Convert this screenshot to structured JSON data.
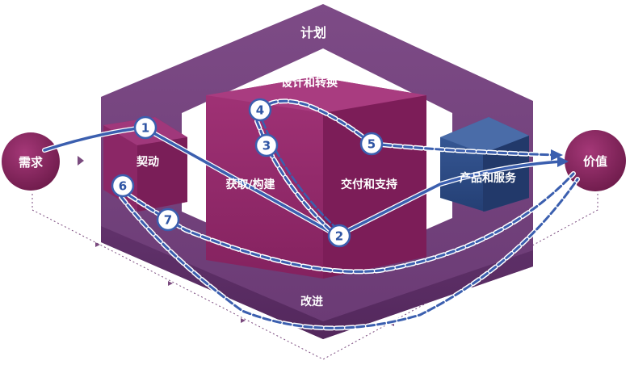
{
  "labels": {
    "plan": "计划",
    "design": "设计和转换",
    "engage": "契动",
    "obtain": "获取/构建",
    "deliver": "交付和支持",
    "products": "产品和服务",
    "improve": "改进",
    "demand": "需求",
    "value": "价值"
  },
  "steps": [
    "1",
    "2",
    "3",
    "4",
    "5",
    "6",
    "7"
  ],
  "colors": {
    "outer_frame": "#6c3c76",
    "cube_front": "#8e2a6a",
    "cube_top": "#9c3476",
    "cube_side": "#761d56",
    "blue_cube": "#2e4f8c",
    "circle_bg": "#8a2060",
    "line": "#3b5faf"
  }
}
